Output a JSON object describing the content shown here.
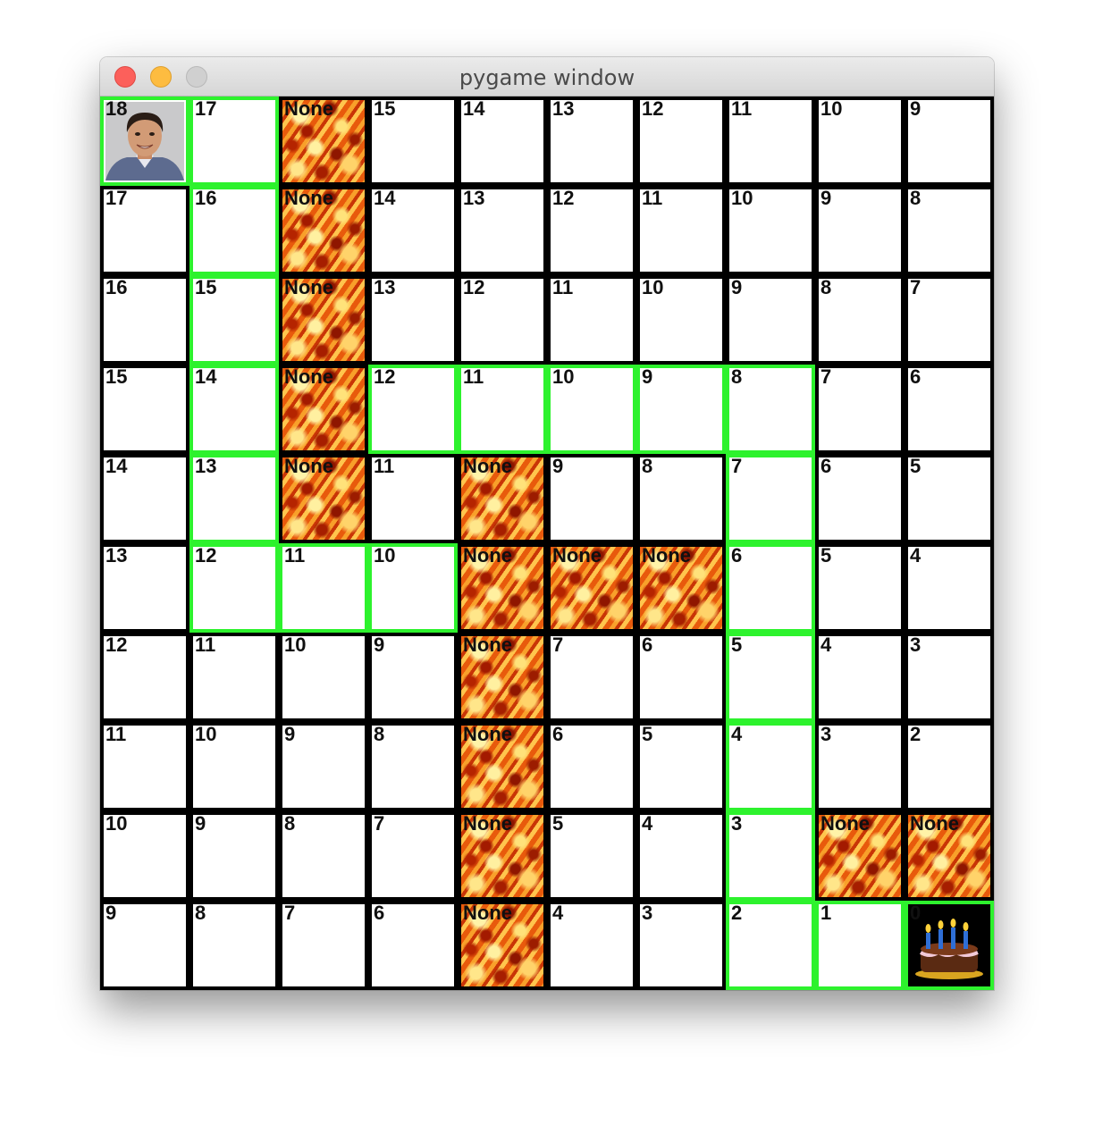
{
  "window": {
    "title": "pygame window"
  },
  "colors": {
    "grid": "#000000",
    "path": "#2df22d",
    "fire": "#e8600f",
    "goal_bg": "#000000"
  },
  "board": {
    "rows": 10,
    "cols": 10,
    "start": {
      "row": 0,
      "col": 0,
      "label": "18",
      "icon": "player-face-icon"
    },
    "goal": {
      "row": 9,
      "col": 9,
      "label": "0",
      "icon": "birthday-cake-icon"
    },
    "labels": [
      [
        "18",
        "17",
        "None",
        "15",
        "14",
        "13",
        "12",
        "11",
        "10",
        "9"
      ],
      [
        "17",
        "16",
        "None",
        "14",
        "13",
        "12",
        "11",
        "10",
        "9",
        "8"
      ],
      [
        "16",
        "15",
        "None",
        "13",
        "12",
        "11",
        "10",
        "9",
        "8",
        "7"
      ],
      [
        "15",
        "14",
        "None",
        "12",
        "11",
        "10",
        "9",
        "8",
        "7",
        "6"
      ],
      [
        "14",
        "13",
        "None",
        "11",
        "None",
        "9",
        "8",
        "7",
        "6",
        "5"
      ],
      [
        "13",
        "12",
        "11",
        "10",
        "None",
        "None",
        "None",
        "6",
        "5",
        "4"
      ],
      [
        "12",
        "11",
        "10",
        "9",
        "None",
        "7",
        "6",
        "5",
        "4",
        "3"
      ],
      [
        "11",
        "10",
        "9",
        "8",
        "None",
        "6",
        "5",
        "4",
        "3",
        "2"
      ],
      [
        "10",
        "9",
        "8",
        "7",
        "None",
        "5",
        "4",
        "3",
        "None",
        "None"
      ],
      [
        "9",
        "8",
        "7",
        "6",
        "None",
        "4",
        "3",
        "2",
        "1",
        "0"
      ]
    ],
    "obstacles": [
      [
        0,
        2
      ],
      [
        1,
        2
      ],
      [
        2,
        2
      ],
      [
        3,
        2
      ],
      [
        4,
        2
      ],
      [
        4,
        4
      ],
      [
        5,
        4
      ],
      [
        5,
        5
      ],
      [
        5,
        6
      ],
      [
        6,
        4
      ],
      [
        7,
        4
      ],
      [
        8,
        4
      ],
      [
        9,
        4
      ],
      [
        8,
        8
      ],
      [
        8,
        9
      ]
    ],
    "path": [
      [
        0,
        0
      ],
      [
        0,
        1
      ],
      [
        1,
        1
      ],
      [
        2,
        1
      ],
      [
        3,
        1
      ],
      [
        4,
        1
      ],
      [
        5,
        1
      ],
      [
        5,
        2
      ],
      [
        5,
        3
      ],
      [
        3,
        3
      ],
      [
        3,
        4
      ],
      [
        3,
        5
      ],
      [
        3,
        6
      ],
      [
        3,
        7
      ],
      [
        4,
        7
      ],
      [
        5,
        7
      ],
      [
        6,
        7
      ],
      [
        7,
        7
      ],
      [
        8,
        7
      ],
      [
        9,
        7
      ],
      [
        9,
        8
      ],
      [
        9,
        9
      ]
    ]
  }
}
